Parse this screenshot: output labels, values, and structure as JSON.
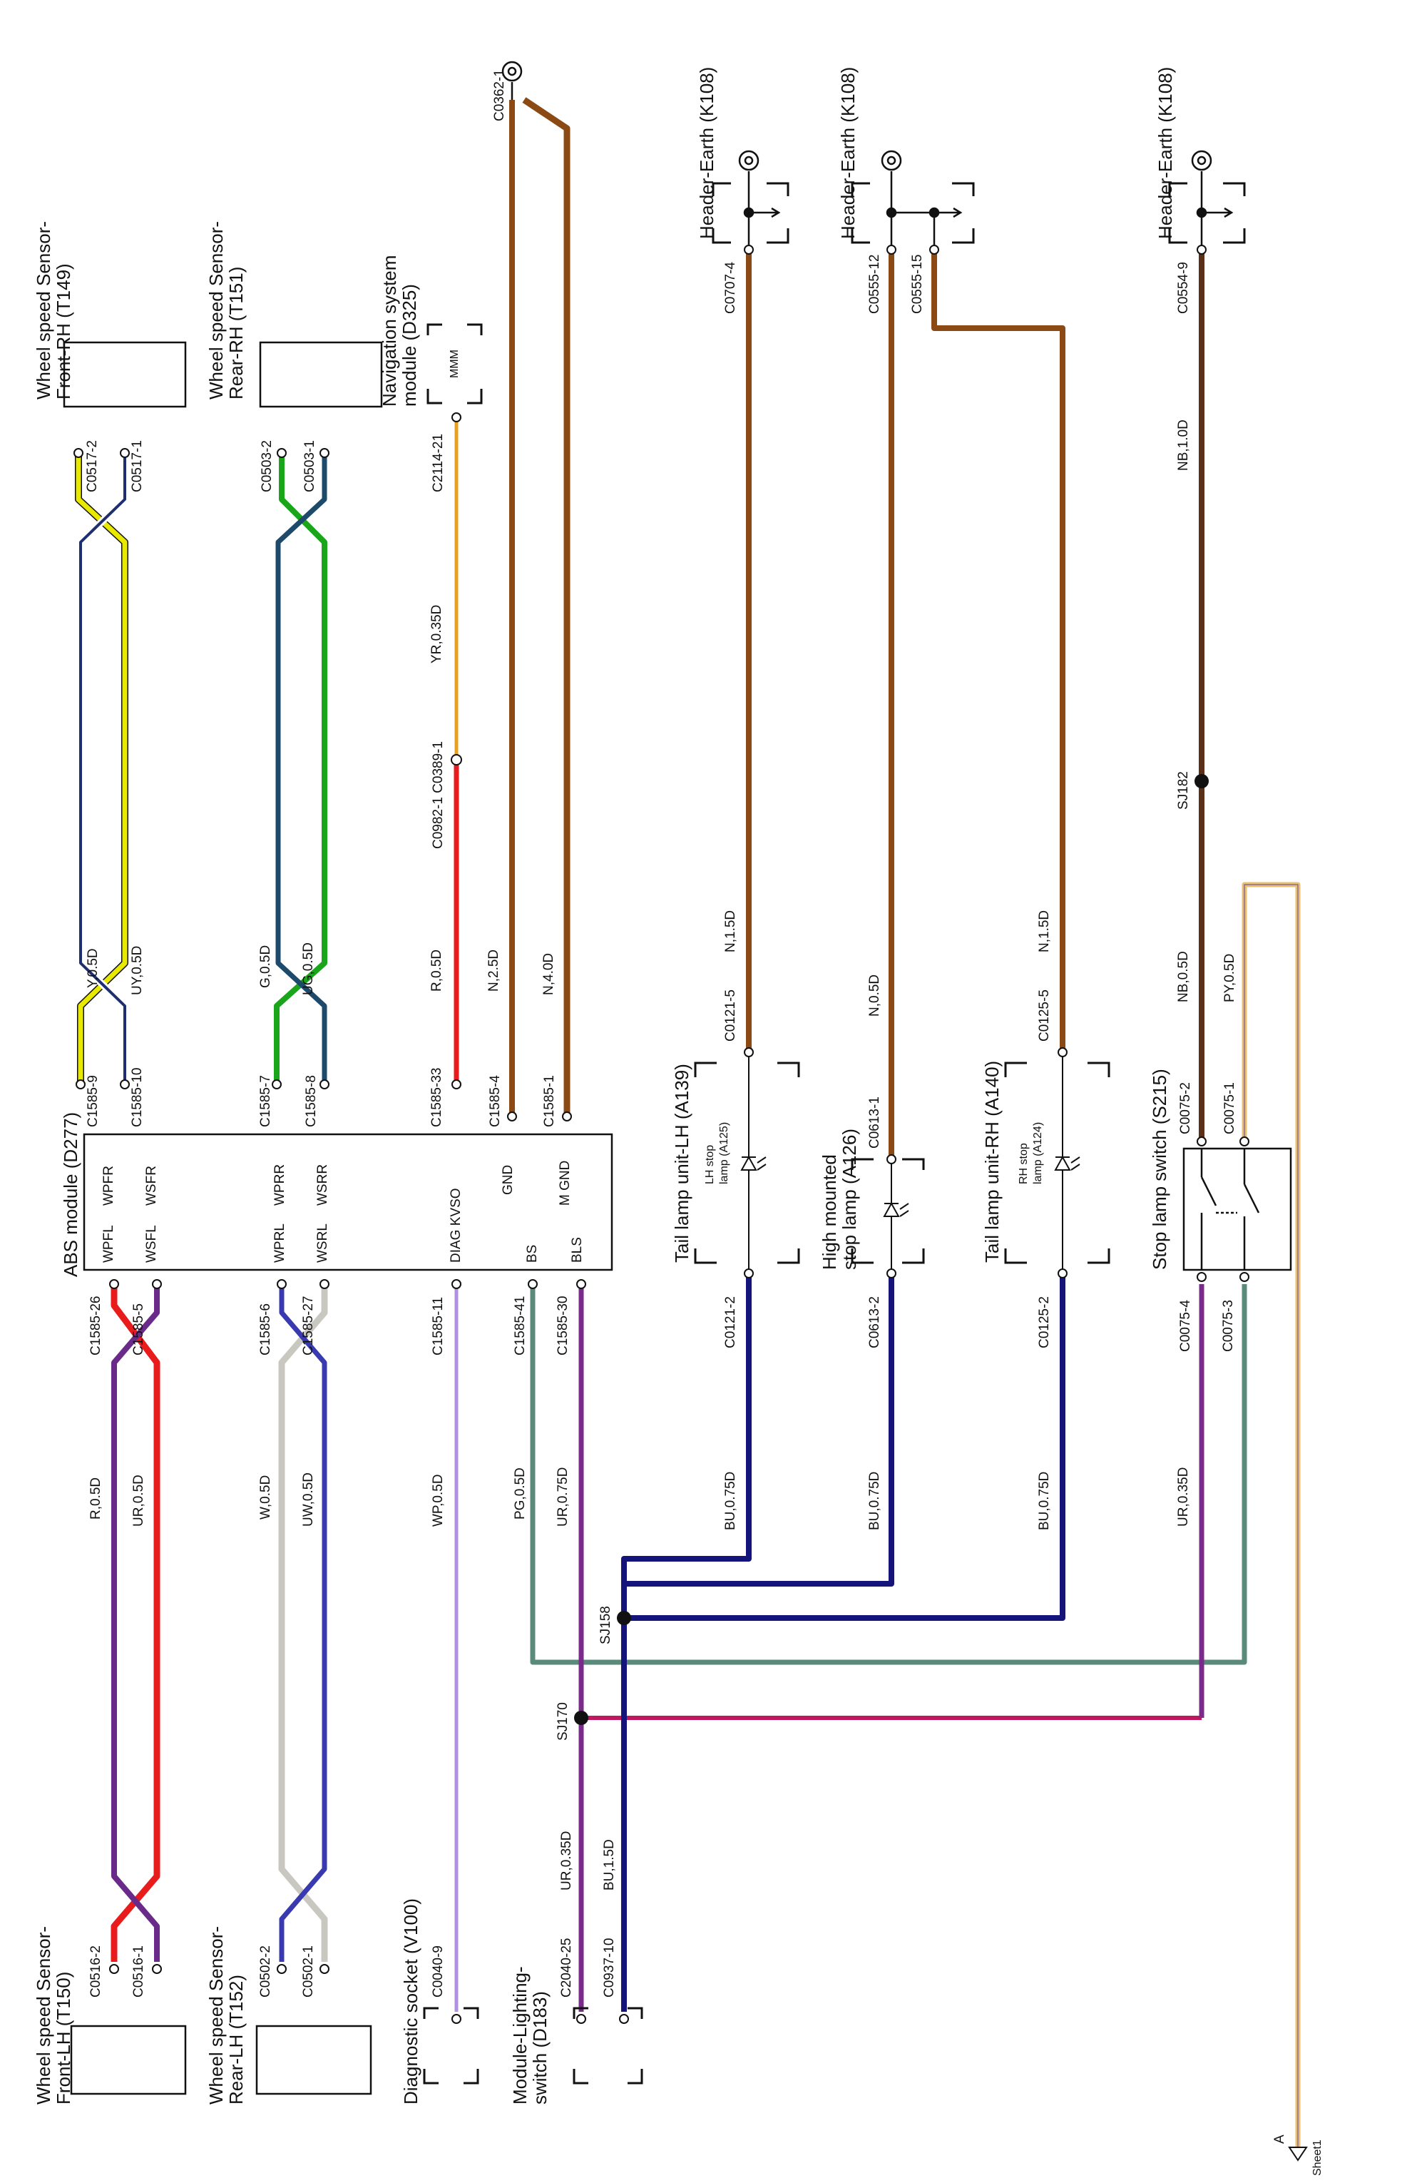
{
  "diagram": {
    "wires": {
      "ws_fr_1": {
        "color": "Y,0.5D",
        "stroke": "#e8e800"
      },
      "ws_fr_2": {
        "color": "UY,0.5D",
        "stroke": "#1d2f70"
      },
      "ws_rr_1": {
        "color": "G,0.5D",
        "stroke": "#1aa51a"
      },
      "ws_rr_2": {
        "color": "UG,0.5D",
        "stroke": "#1d4a6a"
      },
      "ws_fl_1": {
        "color": "R,0.5D",
        "stroke": "#e81c1c"
      },
      "ws_fl_2": {
        "color": "UR,0.5D",
        "stroke": "#6a2a8a"
      },
      "ws_rl_1": {
        "color": "W,0.5D",
        "stroke": "#c8c8c0"
      },
      "ws_rl_2": {
        "color": "UW,0.5D",
        "stroke": "#3a3ab0"
      },
      "diag_r": {
        "color": "R,0.5D",
        "stroke": "#e81c1c"
      },
      "diag_yr": {
        "color": "YR,0.35D",
        "stroke": "#e8a020"
      },
      "diag_wp": {
        "color": "WP,0.5D",
        "stroke": "#b090e0"
      },
      "gnd": {
        "color": "N,2.5D",
        "stroke": "#8b4a14"
      },
      "mgnd": {
        "color": "N,4.0D",
        "stroke": "#8b4a14"
      },
      "bs": {
        "color": "PG,0.5D",
        "stroke": "#5a8a7a"
      },
      "bls": {
        "color": "UR,0.75D",
        "stroke": "#7a2a8a"
      },
      "lh_gnd": {
        "color": "N,1.5D",
        "stroke": "#8b4a14"
      },
      "hm_gnd": {
        "color": "N,0.5D",
        "stroke": "#8b4a14"
      },
      "rh_gnd": {
        "color": "N,1.5D",
        "stroke": "#8b4a14"
      },
      "lh_feed": {
        "color": "BU,0.75D",
        "stroke": "#14147a"
      },
      "hm_feed": {
        "color": "BU,0.75D",
        "stroke": "#14147a"
      },
      "rh_feed": {
        "color": "BU,0.75D",
        "stroke": "#14147a"
      },
      "sw_gnd": {
        "color": "NB,0.5D",
        "stroke": "#5a3018"
      },
      "sw_gnd2": {
        "color": "NB,1.0D",
        "stroke": "#5a3018"
      },
      "sw_py": {
        "color": "PY,0.5D",
        "stroke": "#e8c070"
      },
      "sw_ur": {
        "color": "UR,0.35D",
        "stroke": "#7a2a8a"
      },
      "ls_ur": {
        "color": "UR,0.35D",
        "stroke": "#7a2a8a"
      },
      "ls_bu": {
        "color": "BU,1.5D",
        "stroke": "#14147a"
      }
    },
    "components": {
      "ws_fr": {
        "name": "Wheel speed Sensor-",
        "name2": "Front-RH (T149)"
      },
      "ws_rr": {
        "name": "Wheel speed Sensor-",
        "name2": "Rear-RH (T151)"
      },
      "nav": {
        "name": "Navigation system",
        "name2": "module (D325)",
        "inner": "MMM"
      },
      "ws_fl": {
        "name": "Wheel speed Sensor-",
        "name2": "Front-LH (T150)"
      },
      "ws_rl": {
        "name": "Wheel speed Sensor-",
        "name2": "Rear-LH (T152)"
      },
      "diag": {
        "name": "Diagnostic socket (V100)"
      },
      "ls": {
        "name": "Module-Lighting-",
        "name2": "switch (D183)"
      },
      "abs": {
        "name": "ABS module (D277)"
      },
      "tl_lh": {
        "name": "Tail lamp unit-LH (A139)",
        "inner1": "LH stop",
        "inner2": "lamp (A125)"
      },
      "hm": {
        "name": "High mounted",
        "name2": "stop lamp (A126)"
      },
      "tl_rh": {
        "name": "Tail lamp unit-RH (A140)",
        "inner1": "RH stop",
        "inner2": "lamp (A124)"
      },
      "sls": {
        "name": "Stop lamp switch (S215)"
      },
      "he1": {
        "name": "Header-Earth (K108)"
      },
      "he2": {
        "name": "Header-Earth (K108)"
      },
      "he3": {
        "name": "Header-Earth (K108)"
      }
    },
    "abs_pins": {
      "wpfr": "WPFR",
      "wsfr": "WSFR",
      "wpfl": "WPFL",
      "wsfl": "WSFL",
      "wprr": "WPRR",
      "wsrr": "WSRR",
      "wprl": "WPRL",
      "wsrl": "WSRL",
      "diag": "DIAG KVSO",
      "gnd": "GND",
      "mgnd": "M GND",
      "bs": "BS",
      "bls": "BLS"
    },
    "connectors": {
      "c1585_9": "C1585-9",
      "c1585_10": "C1585-10",
      "c1585_7": "C1585-7",
      "c1585_8": "C1585-8",
      "c1585_33": "C1585-33",
      "c1585_4": "C1585-4",
      "c1585_1": "C1585-1",
      "c1585_26": "C1585-26",
      "c1585_5": "C1585-5",
      "c1585_6": "C1585-6",
      "c1585_27": "C1585-27",
      "c1585_11": "C1585-11",
      "c1585_41": "C1585-41",
      "c1585_30": "C1585-30",
      "c0517_2": "C0517-2",
      "c0517_1": "C0517-1",
      "c0503_2": "C0503-2",
      "c0503_1": "C0503-1",
      "c0516_2": "C0516-2",
      "c0516_1": "C0516-1",
      "c0502_2": "C0502-2",
      "c0502_1": "C0502-1",
      "c2114_21": "C2114-21",
      "c0389_1": "C0982-1 C0389-1",
      "c0362_1": "C0362-1",
      "c0040_9": "C0040-9",
      "c2040_25": "C2040-25",
      "c0937_10": "C0937-10",
      "c0121_5": "C0121-5",
      "c0121_2": "C0121-2",
      "c0613_1": "C0613-1",
      "c0613_2": "C0613-2",
      "c0125_5": "C0125-5",
      "c0125_2": "C0125-2",
      "c0707_4": "C0707-4",
      "c0555_12": "C0555-12",
      "c0555_15": "C0555-15",
      "c0554_9": "C0554-9",
      "c0075_2": "C0075-2",
      "c0075_1": "C0075-1",
      "c0075_4": "C0075-4",
      "c0075_3": "C0075-3"
    },
    "splices": {
      "sj158": "SJ158",
      "sj170": "SJ170",
      "sj182": "SJ182"
    },
    "offsheet": {
      "letter": "A",
      "sheet": "Sheet1"
    }
  }
}
